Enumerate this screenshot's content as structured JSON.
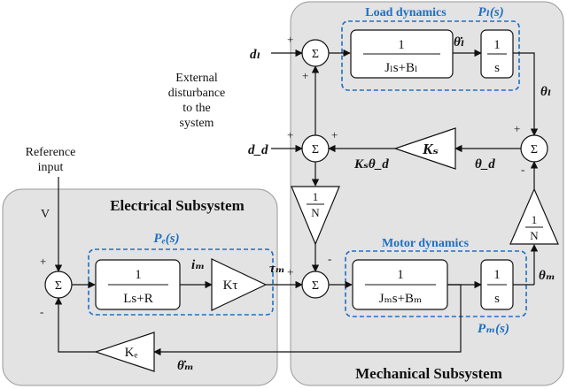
{
  "subsystems": {
    "electrical": "Electrical Subsystem",
    "mechanical": "Mechanical Subsystem"
  },
  "groups": {
    "load": {
      "title": "Load dynamics",
      "transfer": "Pₗ(s)"
    },
    "electrical": {
      "transfer": "Pₑ(s)"
    },
    "motor": {
      "title": "Motor dynamics",
      "transfer": "Pₘ(s)"
    }
  },
  "blocks": {
    "load_tf": {
      "num": "1",
      "den": "Jₗs+Bₗ"
    },
    "load_int": {
      "num": "1",
      "den": "s"
    },
    "elec_tf": {
      "num": "1",
      "den": "Ls+R"
    },
    "motor_tf": {
      "num": "1",
      "den": "Jₘs+Bₘ"
    },
    "motor_int": {
      "num": "1",
      "den": "s"
    },
    "ks": "Kₛ",
    "ktau": "Kτ",
    "ke": "Kₑ",
    "gear_down": {
      "num": "1",
      "den": "N"
    },
    "gear_up": {
      "num": "1",
      "den": "N"
    }
  },
  "summing": {
    "symbol": "Σ",
    "plus": "+",
    "minus": "-"
  },
  "signals": {
    "d_l": "dₗ",
    "d_d": "d_d",
    "theta_l_dot": "θ̇ₗ",
    "theta_l": "θₗ",
    "theta_d": "θ_d",
    "ks_theta_d": "Kₛθ_d",
    "i_m": "iₘ",
    "tau_m": "τₘ",
    "theta_m": "θₘ",
    "theta_m_dot": "θ̇ₘ",
    "V": "V"
  },
  "annotations": {
    "external_disturbance": [
      "External",
      "disturbance",
      "to the",
      "system"
    ],
    "reference_input": [
      "Reference",
      "input"
    ]
  },
  "colors": {
    "group_border": "#1f6fc4",
    "group_label": "#1f6fc4",
    "subsystem_fill": "#e3e3e3",
    "subsystem_border": "#9a9a9a",
    "block_fill": "#ffffff",
    "line": "#111111"
  }
}
